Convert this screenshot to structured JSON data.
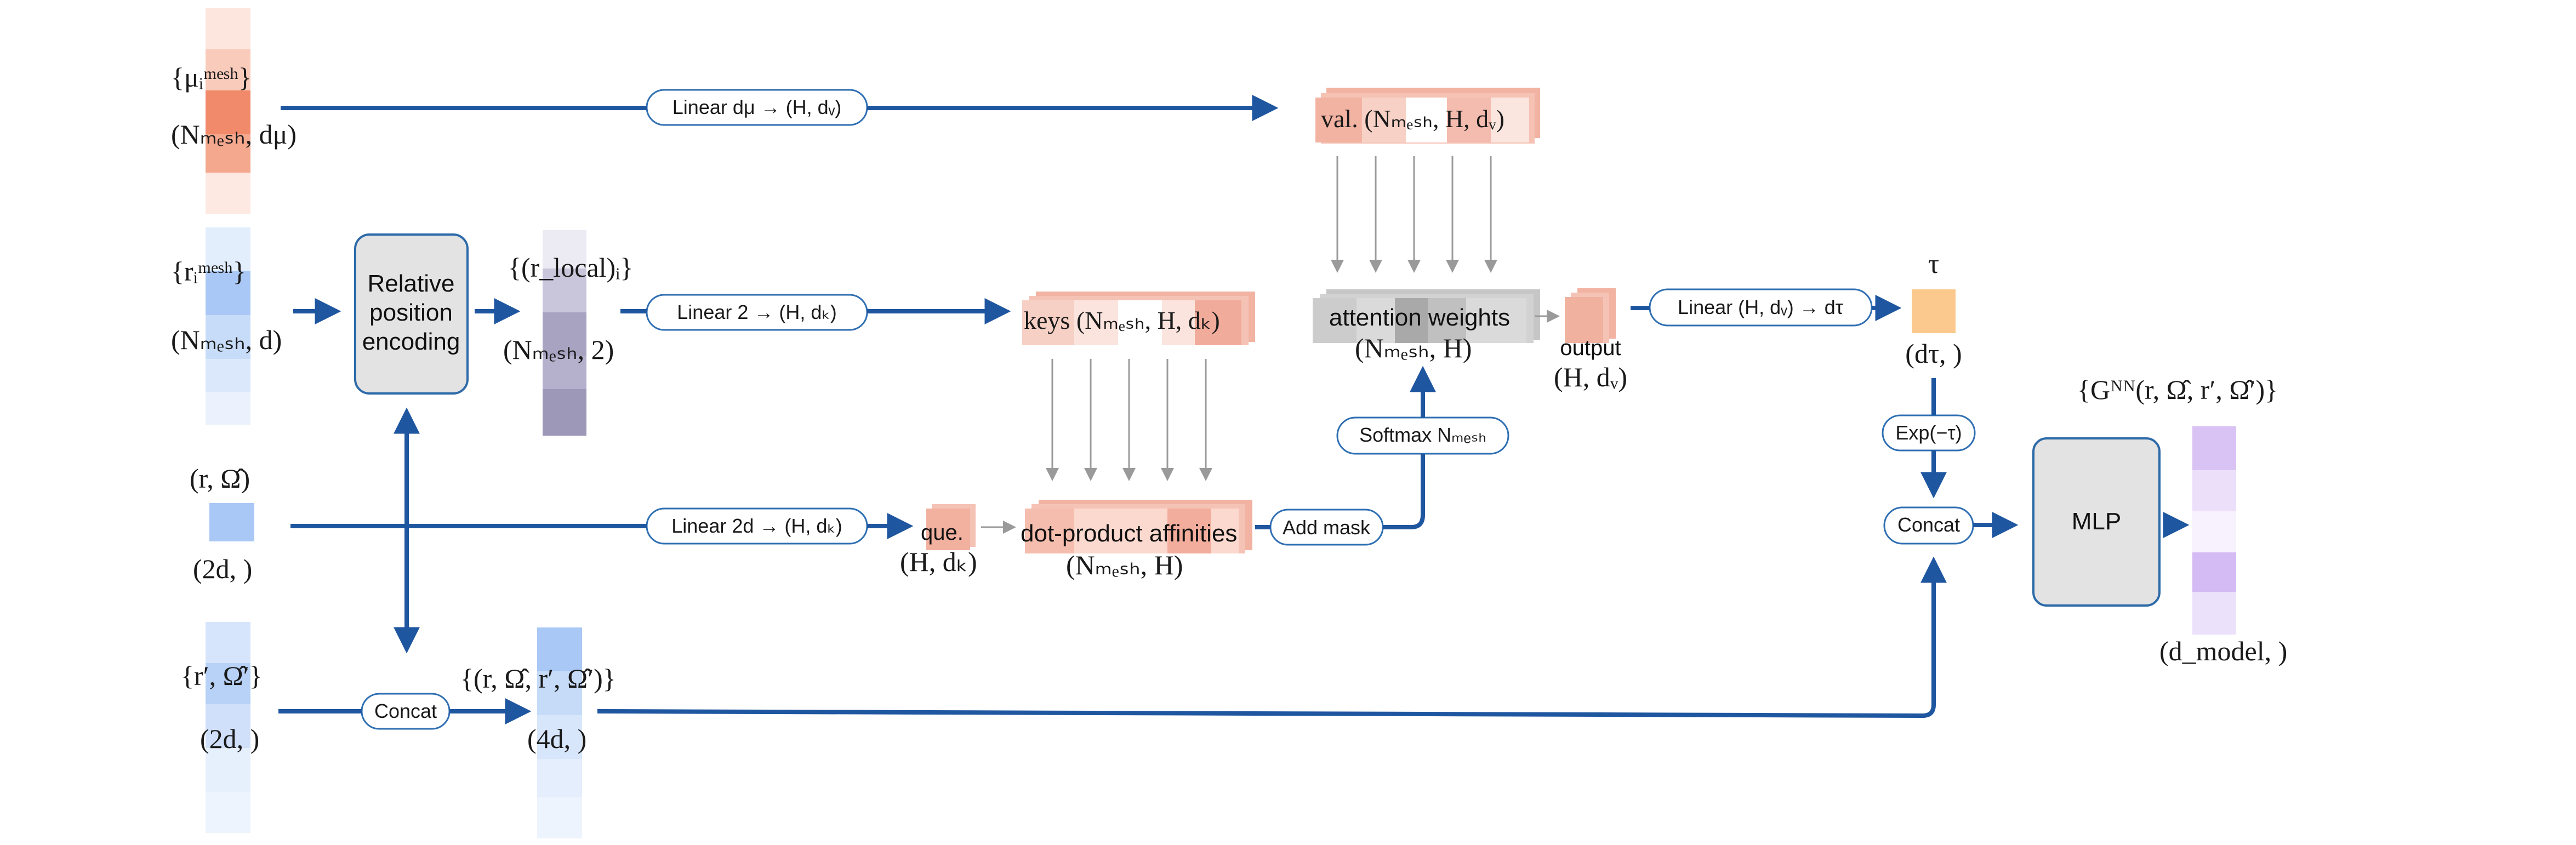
{
  "colors": {
    "flow_arrow": "#1f56a0",
    "pill_border": "#2f6fb3",
    "box_fill": "#e3e3e3",
    "mu_strip": "#f08a6a",
    "r_strip": "#a9c8f5",
    "local_strip": "#a9a3c2",
    "attention_block": "#f2b3a3",
    "tau_cell": "#fbc98d",
    "output_strip": "#d9c3f4"
  },
  "inputs": {
    "mu_set": "{μᵢᵐᵉˢʰ}",
    "mu_shape": "(Nₘₑₛₕ, dμ)",
    "r_set": "{rᵢᵐᵉˢʰ}",
    "r_shape": "(Nₘₑₛₕ, d)",
    "query_point": "(r, Ω̂)",
    "query_shape": "(2d, )",
    "source_point": "{r′, Ω̂′}",
    "source_shape": "(2d, )"
  },
  "relative_position": {
    "line1": "Relative",
    "line2": "position",
    "line3": "encoding",
    "local_set": "{(r_local)ᵢ}",
    "local_shape": "(Nₘₑₛₕ, 2)"
  },
  "linears": {
    "value": "Linear dμ → (H, dᵥ)",
    "key": "Linear 2 → (H, dₖ)",
    "query": "Linear 2d → (H, dₖ)",
    "tau": "Linear (H, dᵥ) → dτ"
  },
  "attention": {
    "values_label": "val. (Nₘₑₛₕ, H, dᵥ)",
    "keys_label": "keys (Nₘₑₛₕ, H, dₖ)",
    "query_label": "que.",
    "query_shape": "(H, dₖ)",
    "affinities_label": "dot-product affinities",
    "affinities_shape": "(Nₘₑₛₕ, H)",
    "mask_label": "Add mask",
    "softmax_label": "Softmax Nₘₑₛₕ",
    "weights_label": "attention weights",
    "weights_shape": "(Nₘₑₛₕ, H)",
    "output_label": "output",
    "output_shape": "(H, dᵥ)"
  },
  "tau": {
    "symbol": "τ",
    "shape": "(dτ, )",
    "exp_label": "Exp(−τ)"
  },
  "concat": {
    "pair_label": "Concat",
    "pair_set": "{(r, Ω̂, r′, Ω̂′)}",
    "pair_shape": "(4d, )",
    "final_label": "Concat"
  },
  "head": {
    "mlp_label": "MLP",
    "output_set": "{Gᴺᴺ(r, Ω̂, r′, Ω̂′)}",
    "output_shape": "(d_model, )"
  }
}
